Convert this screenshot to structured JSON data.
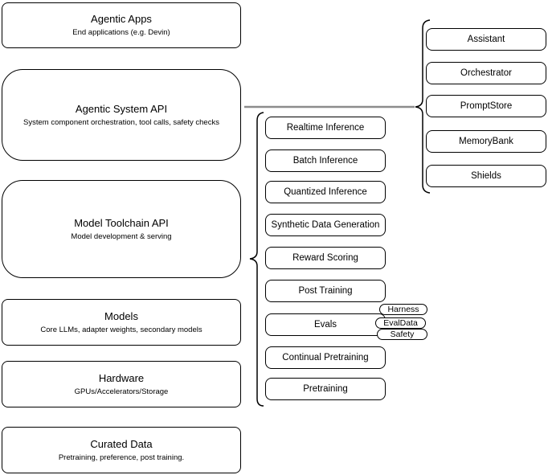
{
  "diagram": {
    "left_column": [
      {
        "title": "Agentic Apps",
        "subtitle": "End applications (e.g. Devin)"
      },
      {
        "title": "Agentic System API",
        "subtitle": "System component orchestration, tool calls, safety checks"
      },
      {
        "title": "Model Toolchain API",
        "subtitle": "Model development & serving"
      },
      {
        "title": "Models",
        "subtitle": "Core LLMs, adapter weights, secondary models"
      },
      {
        "title": "Hardware",
        "subtitle": "GPUs/Accelerators/Storage"
      },
      {
        "title": "Curated Data",
        "subtitle": "Pretraining, preference, post training."
      }
    ],
    "toolchain_items": [
      "Realtime Inference",
      "Batch Inference",
      "Quantized Inference",
      "Synthetic Data Generation",
      "Reward Scoring",
      "Post Training",
      "Evals",
      "Continual Pretraining",
      "Pretraining"
    ],
    "evals_tags": [
      "Harness",
      "EvalData",
      "Safety"
    ],
    "system_components": [
      "Assistant",
      "Orchestrator",
      "PromptStore",
      "MemoryBank",
      "Shields"
    ],
    "colors": {
      "border": "#000000",
      "fill": "#ffffff",
      "text": "#000000",
      "connector": "#8c8c8c"
    }
  }
}
